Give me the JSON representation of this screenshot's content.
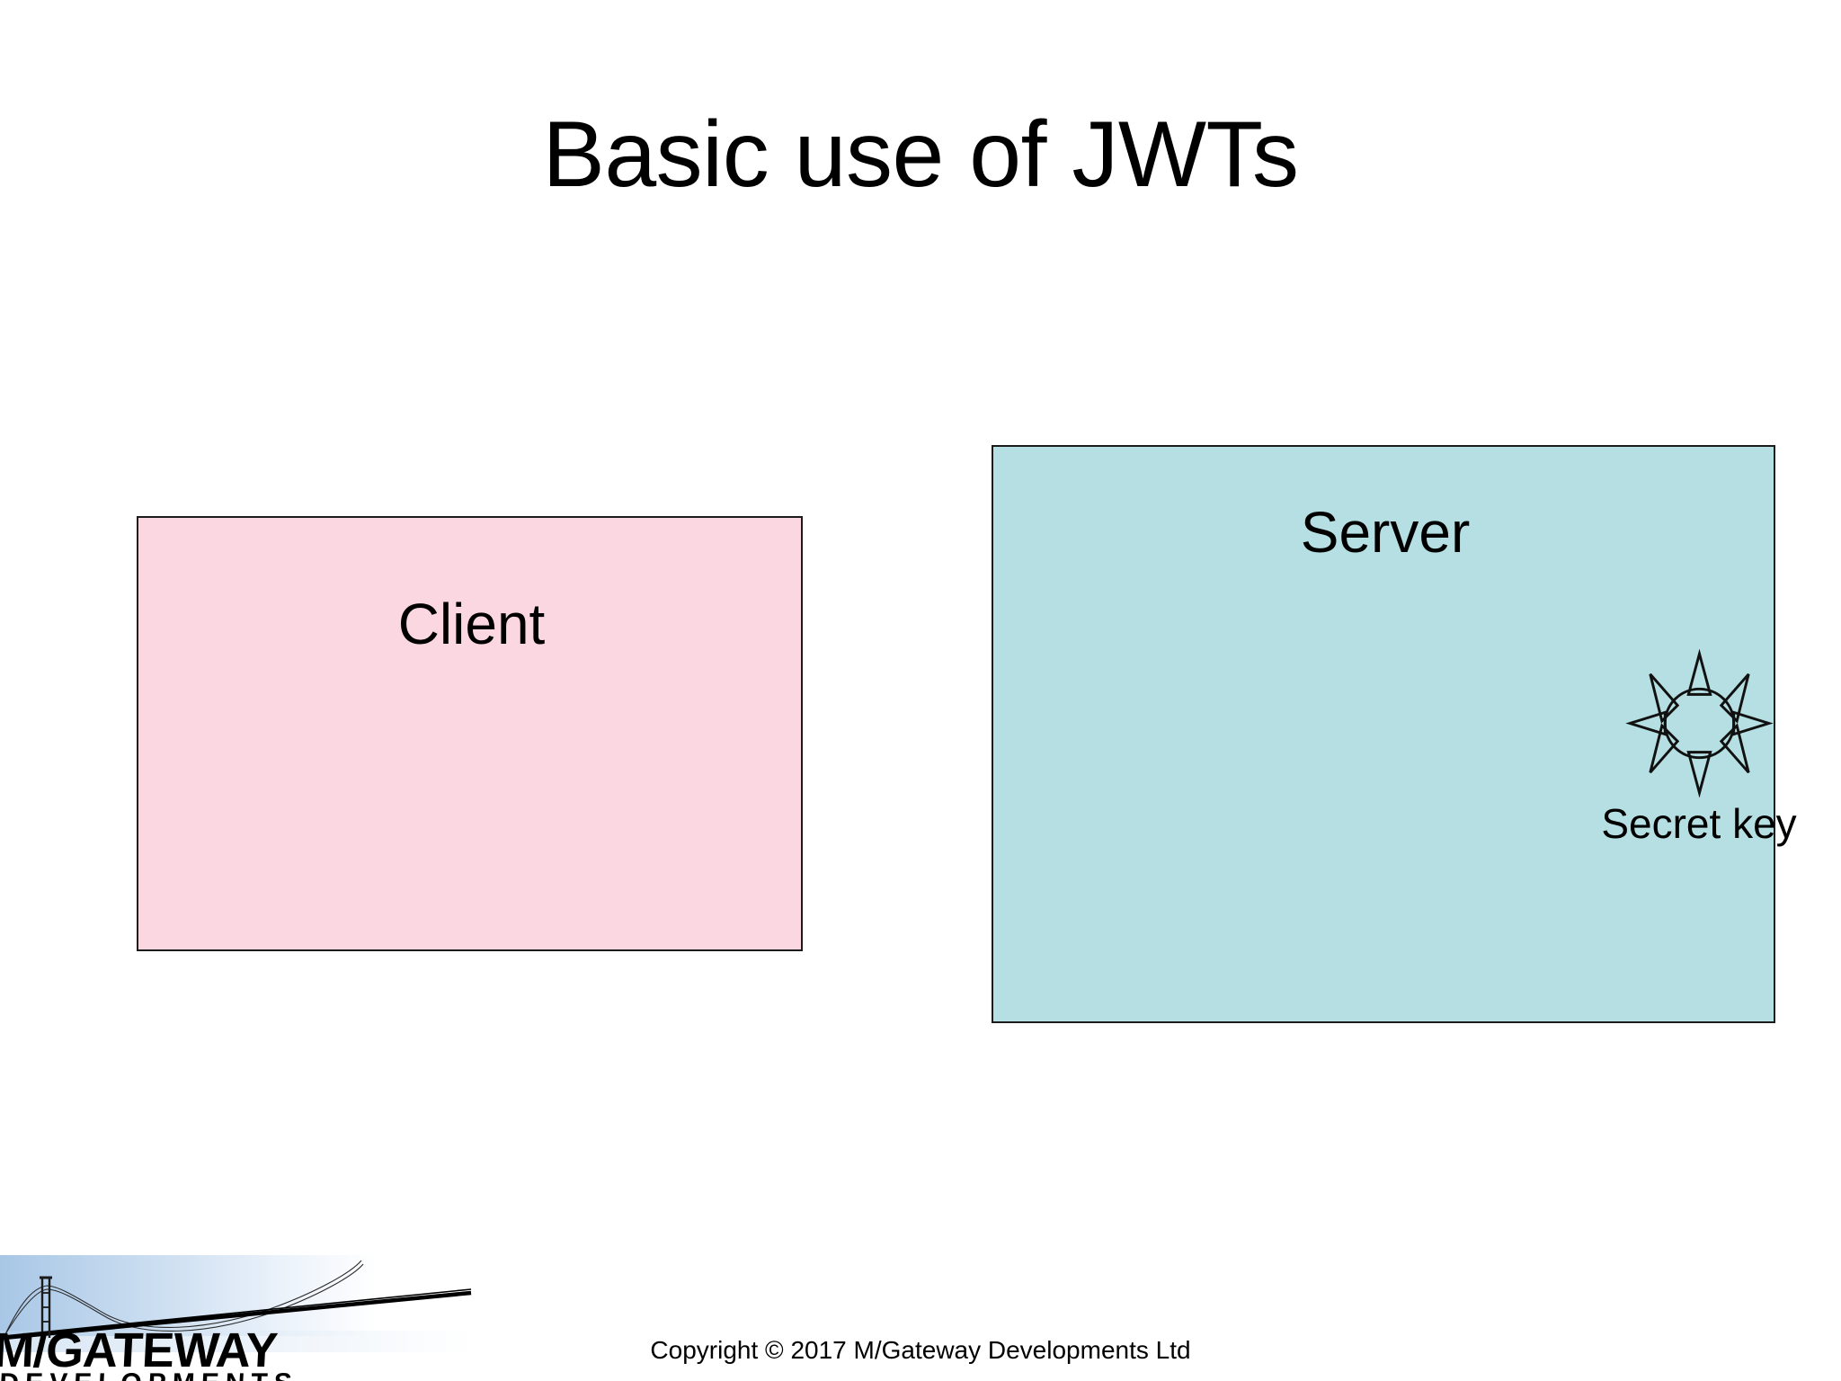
{
  "slide": {
    "title": "Basic use of JWTs",
    "background_color": "#ffffff"
  },
  "diagram": {
    "client": {
      "label": "Client",
      "fill_color": "#fbd7e2",
      "border_color": "#1b1b1b"
    },
    "server": {
      "label": "Server",
      "fill_color": "#b5dfe2",
      "border_color": "#1b1b1b",
      "secret_key": {
        "label": "Secret key",
        "icon": "sun-burst-icon"
      }
    }
  },
  "footer": {
    "copyright": "Copyright © 2017 M/Gateway Developments Ltd"
  },
  "logo": {
    "primary_text": "M/GATEWAY",
    "secondary_text": "DEVELOPMENTS",
    "icon": "suspension-bridge-icon"
  }
}
